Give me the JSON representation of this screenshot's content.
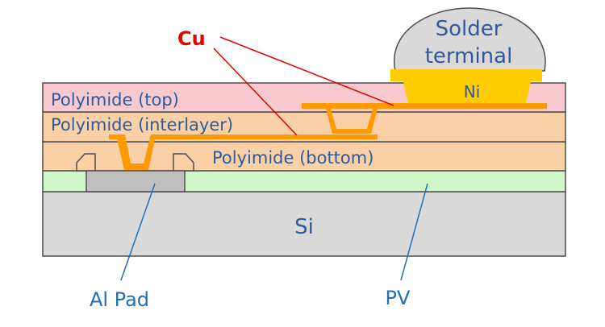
{
  "colors": {
    "polyimide_top": "#F9C9D0",
    "polyimide_interlayer": "#FAD1A6",
    "polyimide_bottom": "#FAD1A6",
    "pv": "#CFF7C8",
    "si": "#D9D9D9",
    "al_pad": "#BFBFBF",
    "cu": "#FF9900",
    "ni": "#FFCC00",
    "solder": "#D9D9D9",
    "label_blue": "#2E5A9C",
    "label_red": "#E60000",
    "leader_red": "#E60000",
    "leader_blue": "#1F6FB5",
    "outline": "#4D4D4D"
  },
  "labels": {
    "cu": "Cu",
    "solder_line1": "Solder",
    "solder_line2": "terminal",
    "ni": "Ni",
    "polyimide_top": "Polyimide (top)",
    "polyimide_interlayer": "Polyimide (interlayer)",
    "polyimide_bottom": "Polyimide (bottom)",
    "si": "Si",
    "al_pad": "Al Pad",
    "pv": "PV"
  }
}
